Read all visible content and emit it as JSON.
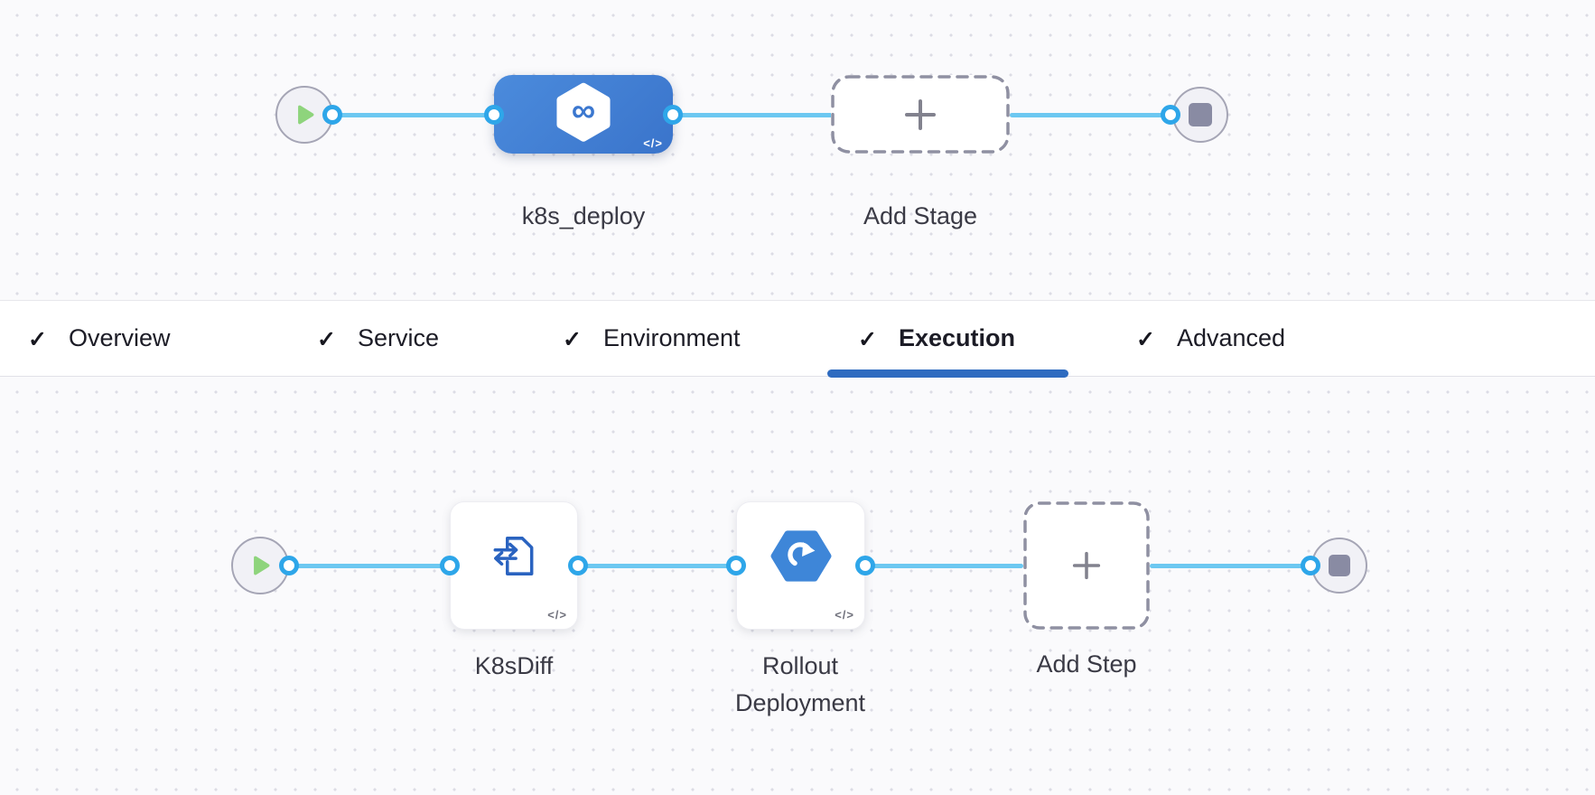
{
  "tab_bar": {
    "items": [
      {
        "label": "Overview"
      },
      {
        "label": "Service"
      },
      {
        "label": "Environment"
      },
      {
        "label": "Execution"
      },
      {
        "label": "Advanced"
      }
    ],
    "active_tab": "Execution",
    "check_icon": "✓",
    "active_underline_color": "#2e6bc0"
  },
  "icons": {
    "infinity": "∞",
    "code_badge": "</>"
  },
  "stage_pipeline": {
    "stage_label": "k8s_deploy",
    "add_stage_label": "Add Stage"
  },
  "execution_pipeline": {
    "steps": [
      {
        "label": "K8sDiff"
      },
      {
        "label": "Rollout Deployment"
      }
    ],
    "add_step_label": "Add Step"
  },
  "colors": {
    "stage_node_blue": "#3f7ed3",
    "edge_blue": "#6cc8f1",
    "port_ring_blue": "#2ea6e9",
    "active_tab_underline": "#2e6bc0",
    "play_green": "#8ed47c",
    "stop_gray": "#898ba3",
    "rollout_hex_blue": "#3e86d8",
    "k8sdiff_icon_blue": "#2a63c0"
  }
}
